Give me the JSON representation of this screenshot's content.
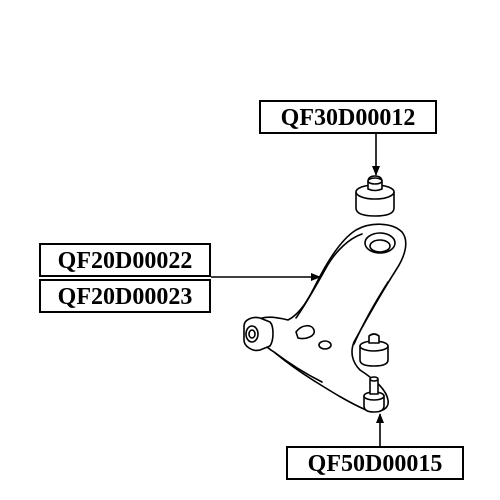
{
  "labels": {
    "top_bushing": "QF30D00012",
    "control_arm_left": "QF20D00022",
    "control_arm_right": "QF20D00023",
    "ball_joint": "QF50D00015"
  }
}
